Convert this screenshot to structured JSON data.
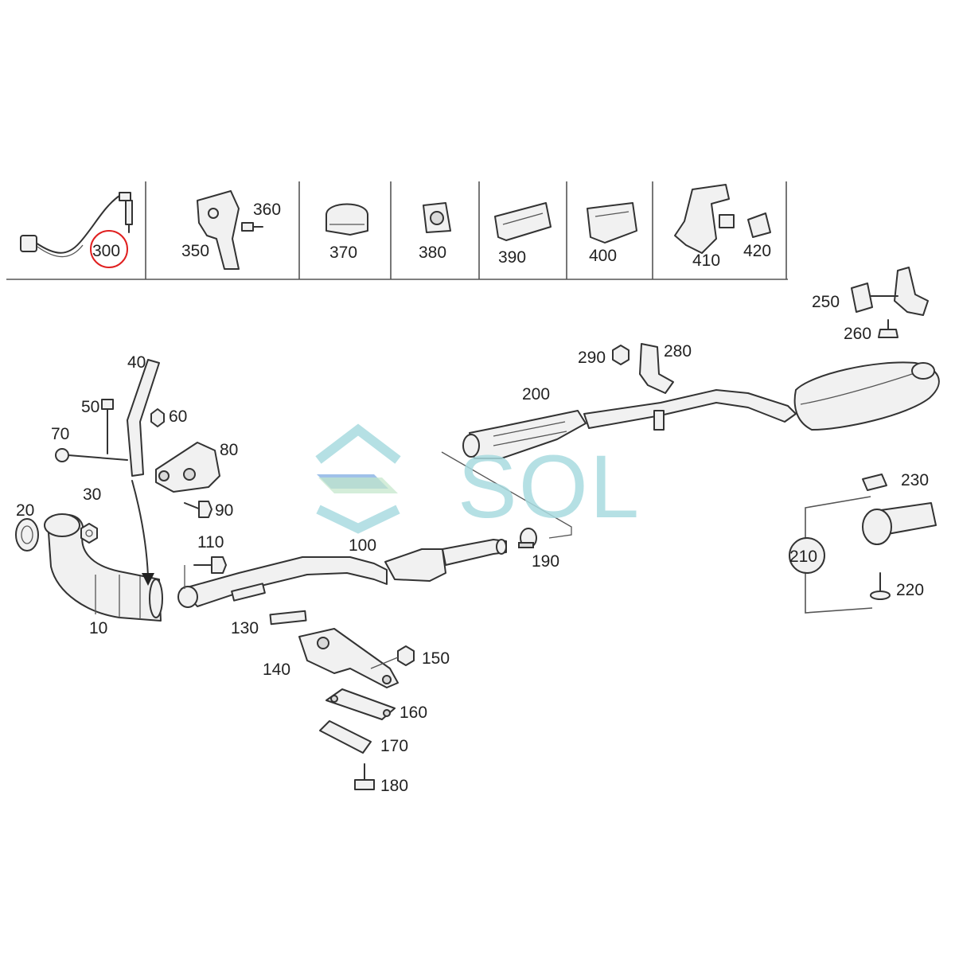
{
  "watermark": {
    "text": "SOL",
    "color": "#a9dbe0"
  },
  "highlight_color": "#e02020",
  "highlighted_part": "300",
  "strip_labels": {
    "p300": "300",
    "p350": "350",
    "p360": "360",
    "p370": "370",
    "p380": "380",
    "p390": "390",
    "p400": "400",
    "p410": "410",
    "p420": "420"
  },
  "labels": {
    "p10": "10",
    "p20": "20",
    "p30": "30",
    "p40": "40",
    "p50": "50",
    "p60": "60",
    "p70": "70",
    "p80": "80",
    "p90": "90",
    "p100": "100",
    "p110": "110",
    "p130": "130",
    "p140": "140",
    "p150": "150",
    "p160": "160",
    "p170": "170",
    "p180": "180",
    "p190": "190",
    "p200": "200",
    "p210": "210",
    "p220": "220",
    "p230": "230",
    "p250": "250",
    "p260": "260",
    "p280": "280",
    "p290": "290"
  }
}
